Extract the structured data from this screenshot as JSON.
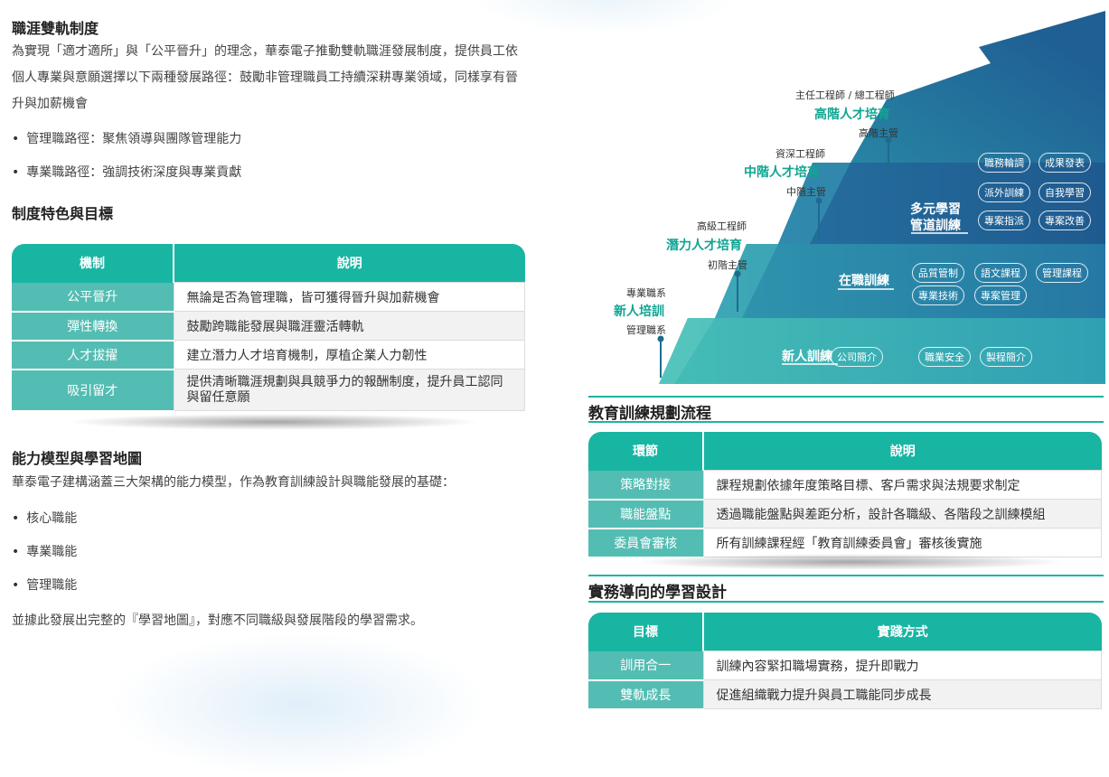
{
  "career": {
    "title": "職涯雙軌制度",
    "intro": "為實現「適才適所」與「公平晉升」的理念，華泰電子推動雙軌職涯發展制度，提供員工依個人專業與意願選擇以下兩種發展路徑：鼓勵非管理職員工持續深耕專業領域，同樣享有晉升與加薪機會",
    "bullets": [
      "管理職路徑：聚焦領導與團隊管理能力",
      "專業職路徑：強調技術深度與專業貢獻"
    ]
  },
  "features": {
    "title": "制度特色與目標",
    "headers": [
      "機制",
      "說明"
    ],
    "rows": [
      {
        "k": "公平晉升",
        "v": "無論是否為管理職，皆可獲得晉升與加薪機會"
      },
      {
        "k": "彈性轉換",
        "v": "鼓勵跨職能發展與職涯靈活轉軌"
      },
      {
        "k": "人才拔擢",
        "v": "建立潛力人才培育機制，厚植企業人力韌性"
      },
      {
        "k": "吸引留才",
        "v": "提供清晰職涯規劃與具競爭力的報酬制度，提升員工認同與留任意願"
      }
    ]
  },
  "competency": {
    "title": "能力模型與學習地圖",
    "intro": "華泰電子建構涵蓋三大架構的能力模型，作為教育訓練設計與職能發展的基礎：",
    "bullets": [
      "核心職能",
      "專業職能",
      "管理職能"
    ],
    "outro": "並據此發展出完整的『學習地圖』，對應不同職級與發展階段的學習需求。"
  },
  "stairs": {
    "levels": [
      {
        "top": "專業職系",
        "name": "新人培訓",
        "bottom": "管理職系"
      },
      {
        "top": "高級工程師",
        "name": "潛力人才培育",
        "bottom": "初階主管"
      },
      {
        "top": "資深工程師",
        "name": "中階人才培育",
        "bottom": "中階主管"
      },
      {
        "top": "主任工程師 / 總工程師",
        "name": "高階人才培育",
        "bottom": "高階主管"
      }
    ],
    "steps": [
      {
        "name": "新人訓練",
        "pills": [
          "公司簡介",
          "職業安全",
          "製程簡介"
        ]
      },
      {
        "name": "在職訓練",
        "pills": [
          "品質管制",
          "語文課程",
          "管理課程",
          "專業技術",
          "專案管理"
        ]
      },
      {
        "name": "多元學習管道訓練",
        "name1": "多元學習",
        "name2": "管道訓練",
        "pills": [
          "職務輪調",
          "成果發表",
          "派外訓練",
          "自我學習",
          "專案指派",
          "專案改善"
        ]
      }
    ],
    "colors": {
      "light": "#3fb9b3",
      "mid": "#2a8fa8",
      "dark": "#1f5f94"
    }
  },
  "planning": {
    "title": "教育訓練規劃流程",
    "headers": [
      "環節",
      "說明"
    ],
    "rows": [
      {
        "k": "策略對接",
        "v": "課程規劃依據年度策略目標、客戶需求與法規要求制定"
      },
      {
        "k": "職能盤點",
        "v": "透過職能盤點與差距分析，設計各職級、各階段之訓練模組"
      },
      {
        "k": "委員會審核",
        "v": "所有訓練課程經「教育訓練委員會」審核後實施"
      }
    ]
  },
  "practice": {
    "title": "實務導向的學習設計",
    "headers": [
      "目標",
      "實踐方式"
    ],
    "rows": [
      {
        "k": "訓用合一",
        "v": "訓練內容緊扣職場實務，提升即戰力"
      },
      {
        "k": "雙軌成長",
        "v": "促進組織戰力提升與員工職能同步成長"
      }
    ]
  }
}
